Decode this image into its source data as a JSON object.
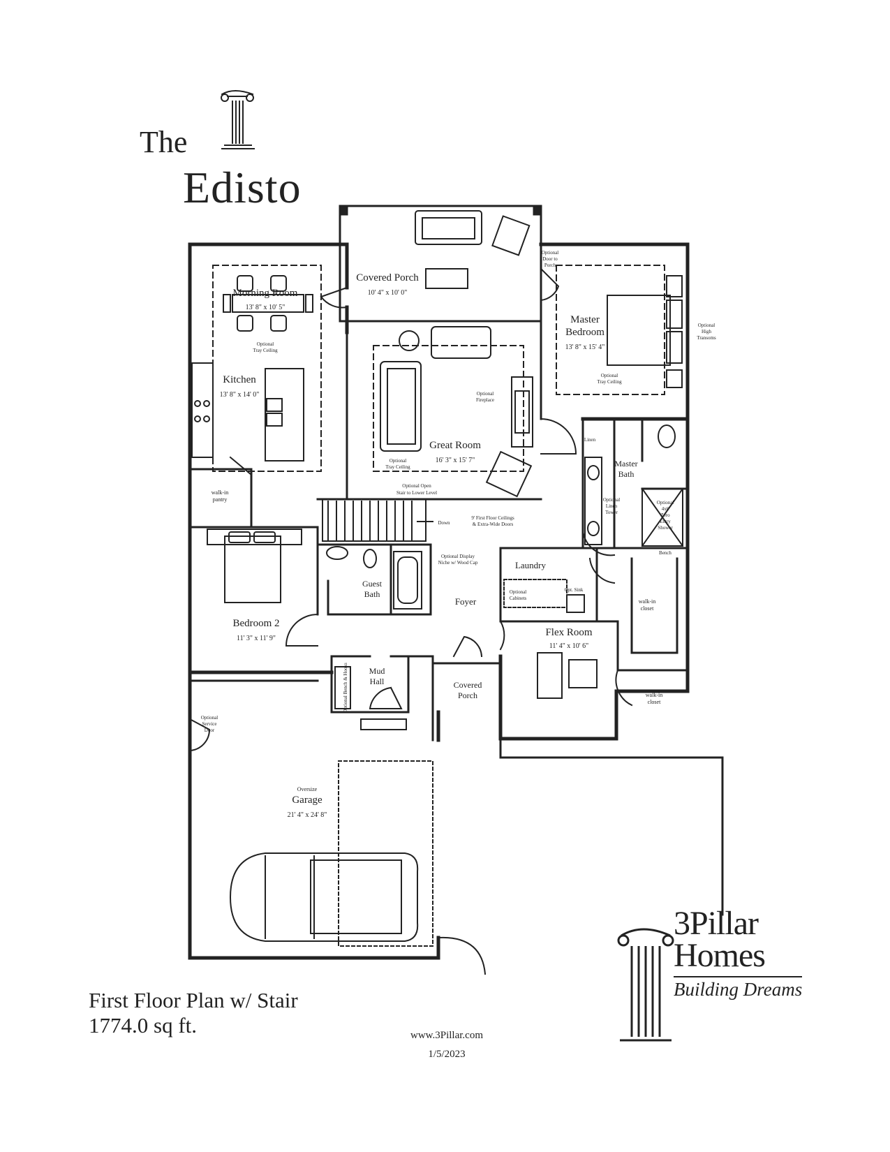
{
  "header": {
    "title_prefix": "The",
    "title_name": "Edisto"
  },
  "rooms": {
    "covered_porch_top": {
      "name": "Covered Porch",
      "dims": "10' 4\" x 10' 0\""
    },
    "morning_room": {
      "name": "Morning Room",
      "dims": "13' 8\" x 10' 5\""
    },
    "kitchen": {
      "name": "Kitchen",
      "dims": "13' 8\" x 14' 0\""
    },
    "great_room": {
      "name": "Great Room",
      "dims": "16' 3\" x 15' 7\""
    },
    "master_bedroom": {
      "name_line1": "Master",
      "name_line2": "Bedroom",
      "dims": "13' 8\" x 15' 4\""
    },
    "master_bath": {
      "name_line1": "Master",
      "name_line2": "Bath"
    },
    "bedroom2": {
      "name": "Bedroom 2",
      "dims": "11' 3\" x 11' 9\""
    },
    "guest_bath": {
      "name_line1": "Guest",
      "name_line2": "Bath"
    },
    "foyer": {
      "name": "Foyer"
    },
    "laundry": {
      "name": "Laundry"
    },
    "flex_room": {
      "name": "Flex Room",
      "dims": "11' 4\" x 10' 6\""
    },
    "mud_hall": {
      "name_line1": "Mud",
      "name_line2": "Hall"
    },
    "covered_porch_front": {
      "name_line1": "Covered",
      "name_line2": "Porch"
    },
    "garage": {
      "prefix": "Oversize",
      "name": "Garage",
      "dims": "21' 4\" x 24' 8\""
    },
    "walkin_pantry": {
      "line1": "walk-in",
      "line2": "pantry"
    },
    "walkin_closet_1": {
      "line1": "walk-in",
      "line2": "closet"
    },
    "walkin_closet_2": {
      "line1": "walk-in",
      "line2": "closet"
    }
  },
  "notes": {
    "optional_tray_kitchen": [
      "Optional",
      "Tray Ceiling"
    ],
    "optional_tray_great": [
      "Optional",
      "Tray Ceiling"
    ],
    "optional_tray_master": [
      "Optional",
      "Tray Ceiling"
    ],
    "optional_fireplace": [
      "Optional",
      "Fireplace"
    ],
    "optional_door_porch": [
      "Optional",
      "Door to",
      "Porch"
    ],
    "optional_high_transoms": [
      "Optional",
      "High",
      "Transoms"
    ],
    "optional_open_stair": [
      "Optional Open",
      "Stair to Lower Level"
    ],
    "down": "Down",
    "ceilings": [
      "9' First Floor Ceilings",
      "& Extra-Wide Doors"
    ],
    "optional_display_niche": [
      "Optional Display",
      "Niche w/ Wood Cap"
    ],
    "optional_linen_tower": [
      "Optional",
      "Linen",
      "Tower"
    ],
    "optional_shower": [
      "Optional",
      "4x6",
      "Zero",
      "Entry",
      "Shower"
    ],
    "bench": "Bench",
    "linen": "Linen",
    "optional_cabinets": [
      "Optional",
      "Cabinets"
    ],
    "opt_sink": "Opt. Sink",
    "optional_bench_hooks": "Optional Bench & Hooks",
    "optional_service_door": [
      "Optional",
      "Service",
      "Door"
    ]
  },
  "footer": {
    "plan_title": "First Floor Plan w/ Stair",
    "sqft": "1774.0 sq ft.",
    "website": "www.3Pillar.com",
    "date": "1/5/2023"
  },
  "brand": {
    "line1": "3Pillar",
    "line2": "Homes",
    "tagline": "Building Dreams"
  },
  "colors": {
    "ink": "#222222",
    "paper": "#ffffff"
  }
}
